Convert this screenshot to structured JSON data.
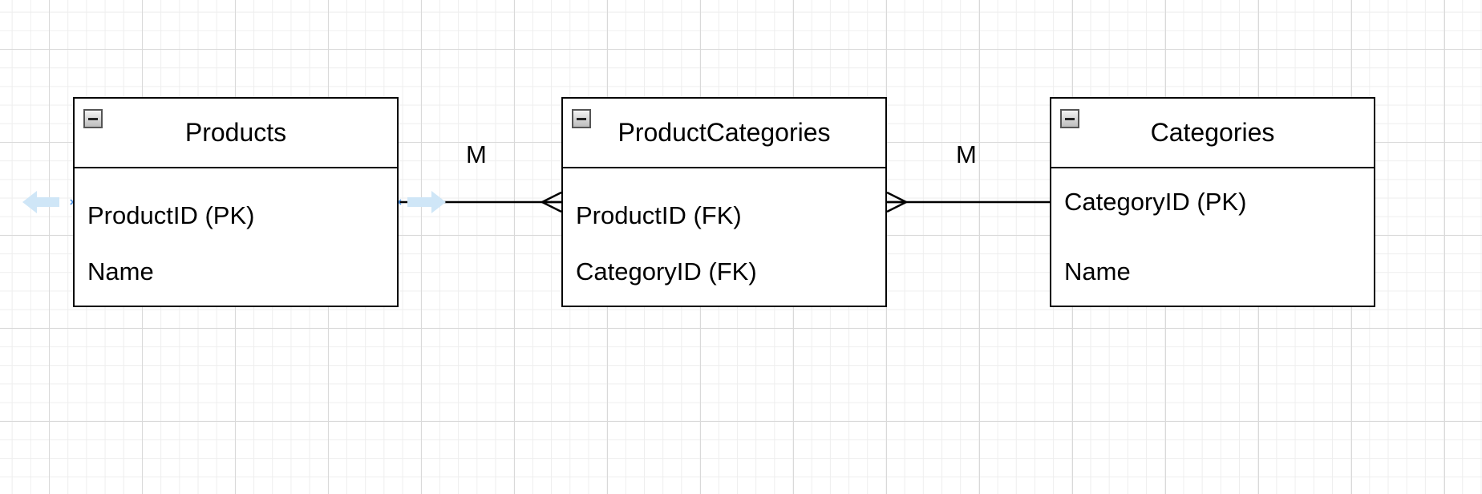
{
  "entities": [
    {
      "title": "Products",
      "attributes": [
        "ProductID (PK)",
        "Name"
      ]
    },
    {
      "title": "ProductCategories",
      "attributes": [
        "ProductID (FK)",
        "CategoryID (FK)"
      ]
    },
    {
      "title": "Categories",
      "attributes": [
        "CategoryID (PK)",
        "Name"
      ]
    }
  ],
  "relationships": [
    {
      "from": "Products",
      "to": "ProductCategories",
      "cardinality_label": "M"
    },
    {
      "from": "ProductCategories",
      "to": "Categories",
      "cardinality_label": "M"
    }
  ],
  "colors": {
    "grid_major": "#d9d9d9",
    "grid_minor": "#eeeeee",
    "stroke": "#000000",
    "hover_arrow": "#cfe6f7",
    "connection_point": "#4a90e2"
  },
  "icons": {
    "collapse": "collapse-icon",
    "hover_arrow": "arrow-icon",
    "connection_point": "connection-point-icon"
  }
}
